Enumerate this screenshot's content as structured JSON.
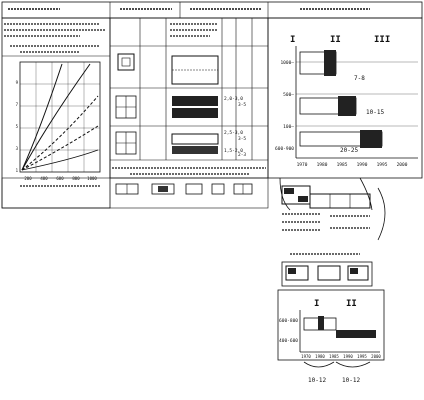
{
  "roman_numerals": [
    "I",
    "II",
    "III"
  ],
  "main_years": [
    "1970",
    "1980",
    "1985",
    "1990",
    "1995",
    "2000"
  ],
  "main_y_labels": [
    "1000—",
    "500—",
    "100—",
    "600-900"
  ],
  "main_spans": [
    "7-8",
    "10-15",
    "20-25"
  ],
  "lower_numerals": [
    "I",
    "II"
  ],
  "lower_years": [
    "1970",
    "1980",
    "1985",
    "1990",
    "1995",
    "2000"
  ],
  "lower_y_labels": [
    "600-800",
    "400-600"
  ],
  "lower_spans": [
    "10-12",
    "10-12"
  ],
  "graph_y_ticks": [
    "1",
    "3",
    "5",
    "7",
    "9"
  ],
  "graph_x_ticks": [
    "200",
    "400",
    "600",
    "800",
    "1000"
  ],
  "table_numbers": [
    "2,0-3,0",
    "3-5",
    "2,5-3,0",
    "3-5",
    "1,5-2,0",
    "2-3"
  ]
}
